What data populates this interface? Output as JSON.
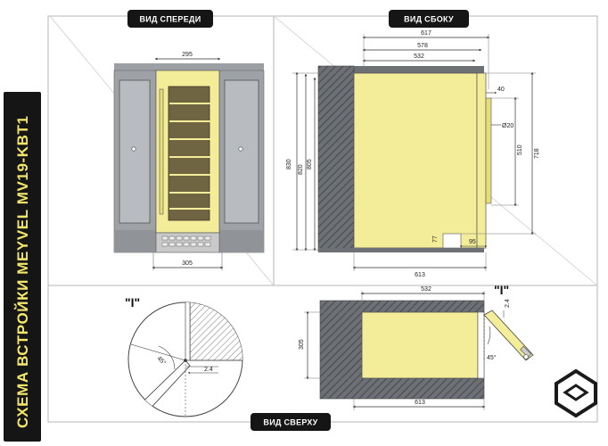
{
  "title": "СХЕМА ВСТРОЙКИ MEYVEL MV19-KBT1",
  "labels": {
    "front": "ВИД СПЕРЕДИ",
    "side": "ВИД СБОКУ",
    "top": "ВИД СВЕРХУ",
    "detail": "\"I\""
  },
  "dims": {
    "front_top_width": "295",
    "front_bottom_width": "305",
    "side_617": "617",
    "side_578": "578",
    "side_532": "532",
    "side_40": "40",
    "side_d20": "Ø20",
    "side_510": "510",
    "side_718": "718",
    "side_830": "830",
    "side_820": "820",
    "side_805": "805",
    "side_77": "77",
    "side_95": "95",
    "side_613": "613",
    "top_532": "532",
    "top_305": "305",
    "top_613": "613",
    "top_24": "2.4",
    "top_45": "45°",
    "detail_45": "45°",
    "detail_24": "2.4"
  },
  "colors": {
    "frame": "#b0b0b0",
    "panel": "#a9adb1",
    "cabinet_yellow": "#f3ec98",
    "hatch": "#5e6166",
    "sidebar": "#151515",
    "title": "#f2e66a"
  }
}
